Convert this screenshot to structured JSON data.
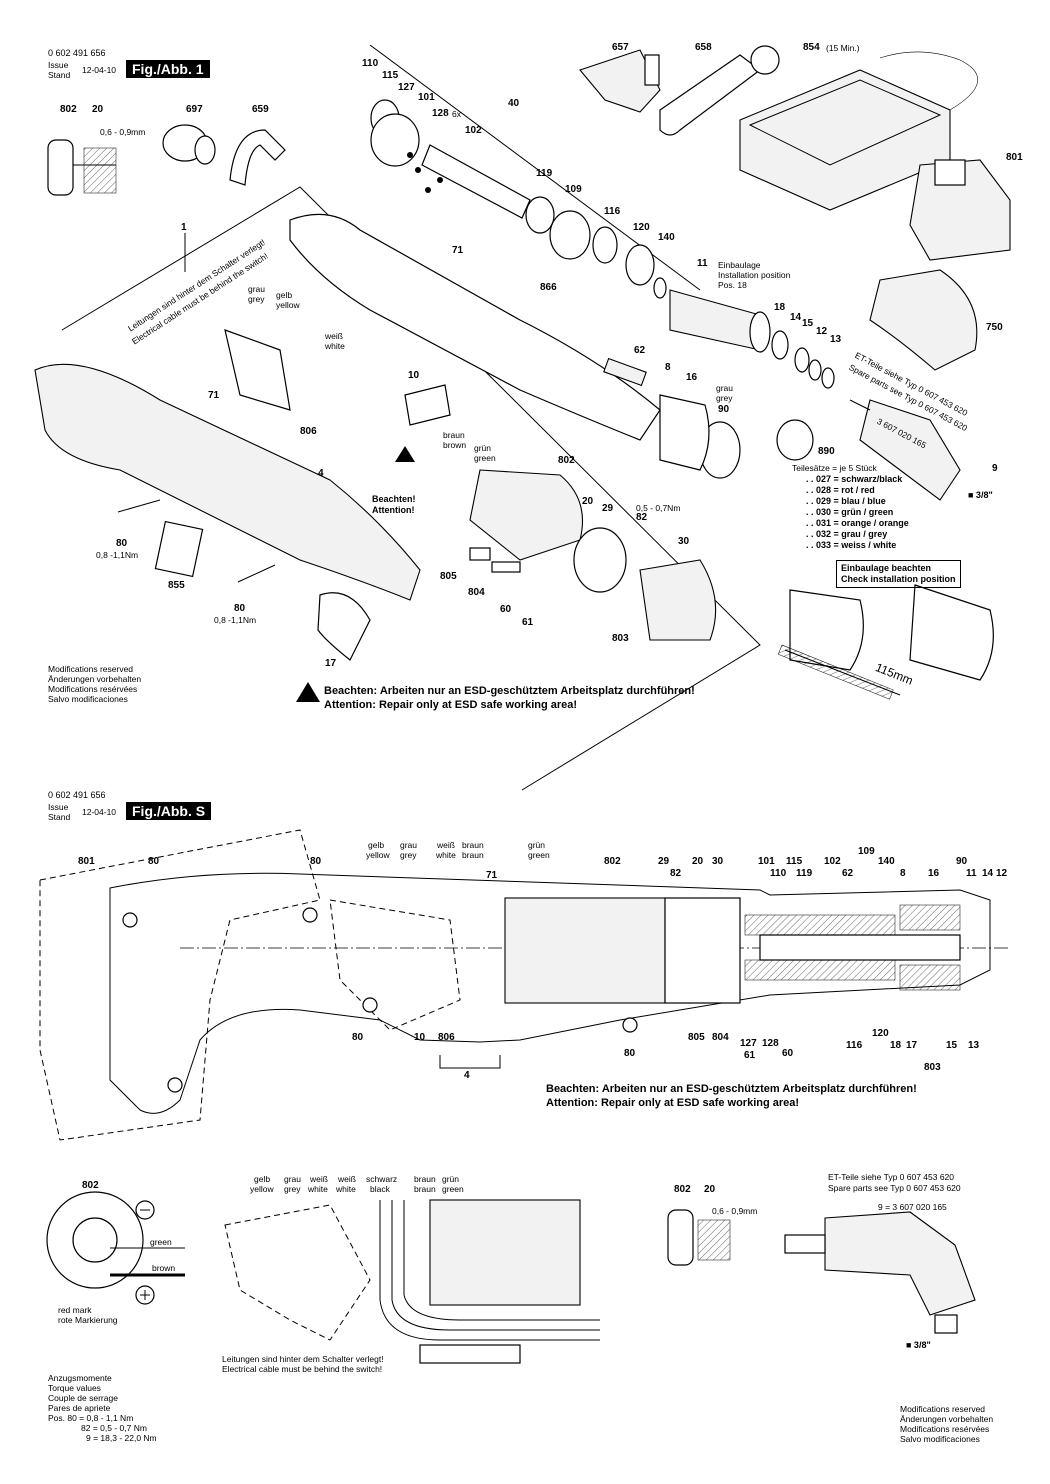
{
  "top": {
    "doc_number": "0 602 491 656",
    "issue_label": "Issue",
    "stand_label": "Stand",
    "issue_date": "12-04-10",
    "fig_label": "Fig./Abb. 1",
    "parts": [
      "110",
      "115",
      "127",
      "101",
      "128",
      "6x",
      "102",
      "40",
      "657",
      "658",
      "854",
      "(15 Min.)",
      "802",
      "20",
      "697",
      "659",
      "801",
      "119",
      "109",
      "116",
      "120",
      "140",
      "71",
      "1",
      "866",
      "11",
      "18",
      "14",
      "15",
      "12",
      "13",
      "750",
      "62",
      "8",
      "16",
      "90",
      "10",
      "4",
      "806",
      "802",
      "20",
      "29",
      "82",
      "30",
      "71",
      "80",
      "855",
      "80",
      "805",
      "804",
      "60",
      "61",
      "803",
      "17",
      "890",
      "9"
    ],
    "torque_twist": "0,6 - 0,9mm",
    "wire_grey": [
      "grau",
      "grey"
    ],
    "wire_yellow": [
      "gelb",
      "yellow"
    ],
    "wire_white": [
      "weiß",
      "white"
    ],
    "wire_brown": [
      "braun",
      "brown"
    ],
    "wire_green": [
      "grün",
      "green"
    ],
    "switch_note": [
      "Leitungen sind hinter dem Schalter verlegt!",
      "Electrical cable must be behind the switch!"
    ],
    "install_note": [
      "Einbaulage",
      "Installation position",
      "Pos. 18"
    ],
    "spare_parts": [
      "ET-Teile siehe   Typ  0 607 453 620",
      "Spare parts see  Typ  0 607 453 620"
    ],
    "part_9_no": "3 607 020 165",
    "square_drive": "■ 3/8\"",
    "sets_title": "Teilesätze = je 5 Stück",
    "sets": [
      ". . 027 = schwarz/black",
      ". . 028 = rot / red",
      ". . 029 = blau / blue",
      ". . 030 = grün / green",
      ". . 031 = orange / orange",
      ". . 032 = grau / grey",
      ". . 033 = weiss / white"
    ],
    "torque_29": "0,5 - 0,7Nm",
    "torque_80a": "0,8 -1,1Nm",
    "torque_80b": "0,8 -1,1Nm",
    "attention": [
      "Beachten!",
      "Attention!"
    ],
    "check_box": [
      "Einbaulage beachten",
      "Check installation position"
    ],
    "dimension": "115mm",
    "modifications": [
      "Modifications reserved",
      "Änderungen vorbehalten",
      "Modifications resérvées",
      "Salvo modificaciones"
    ],
    "esd_de": "Beachten:  Arbeiten nur an ESD-geschütztem Arbeitsplatz durchführen!",
    "esd_en": "Attention:  Repair only at ESD safe working area!"
  },
  "bottom": {
    "doc_number": "0 602 491 656",
    "issue_label": "Issue",
    "stand_label": "Stand",
    "issue_date": "12-04-10",
    "fig_label": "Fig./Abb. S",
    "wire_labels": [
      [
        "gelb",
        "yellow"
      ],
      [
        "grau",
        "grey"
      ],
      [
        "weiß",
        "white"
      ],
      [
        "braun",
        "braun"
      ],
      [
        "grün",
        "green"
      ]
    ],
    "parts_top": [
      "801",
      "80",
      "80",
      "71",
      "802",
      "29",
      "82",
      "20",
      "30",
      "101",
      "110",
      "115",
      "119",
      "102",
      "62",
      "109",
      "140",
      "8",
      "16",
      "90",
      "11",
      "14",
      "12"
    ],
    "parts_bottom": [
      "80",
      "10",
      "806",
      "4",
      "80",
      "805",
      "804",
      "127",
      "61",
      "128",
      "60",
      "116",
      "120",
      "18",
      "17",
      "803",
      "15",
      "13"
    ],
    "esd_de": "Beachten:  Arbeiten nur an ESD-geschütztem Arbeitsplatz durchführen!",
    "esd_en": "Attention:  Repair only at ESD safe working area!",
    "detail_parts": [
      "802",
      "802",
      "20"
    ],
    "detail_green": "green",
    "detail_brown": "brown",
    "red_mark": [
      "red mark",
      "rote Markierung"
    ],
    "detail_torque": "0,6 - 0,9mm",
    "wiring_labels": [
      [
        "gelb",
        "yellow"
      ],
      [
        "grau",
        "grey"
      ],
      [
        "weiß",
        "white"
      ],
      [
        "weiß",
        "white"
      ],
      [
        "schwarz",
        "black"
      ],
      [
        "braun",
        "braun"
      ],
      [
        "grün",
        "green"
      ]
    ],
    "switch_note": [
      "Leitungen sind hinter dem Schalter verlegt!",
      "Electrical cable must be behind the switch!"
    ],
    "spare_parts": [
      "ET-Teile siehe   Typ  0 607 453 620",
      "Spare parts see  Typ  0 607 453 620"
    ],
    "part_9": "9 = 3 607 020 165",
    "square_drive": "■ 3/8\"",
    "torque_title": [
      "Anzugsmomente",
      "Torque values",
      "Couple de serrage",
      "Pares de apriete"
    ],
    "torque_values": [
      "Pos. 80 =    0,8  -   1,1 Nm",
      "82 =    0,5  -   0,7 Nm",
      "9 = 18,3 - 22,0 Nm"
    ],
    "modifications": [
      "Modifications reserved",
      "Änderungen vorbehalten",
      "Modifications resérvées",
      "Salvo modificaciones"
    ]
  }
}
